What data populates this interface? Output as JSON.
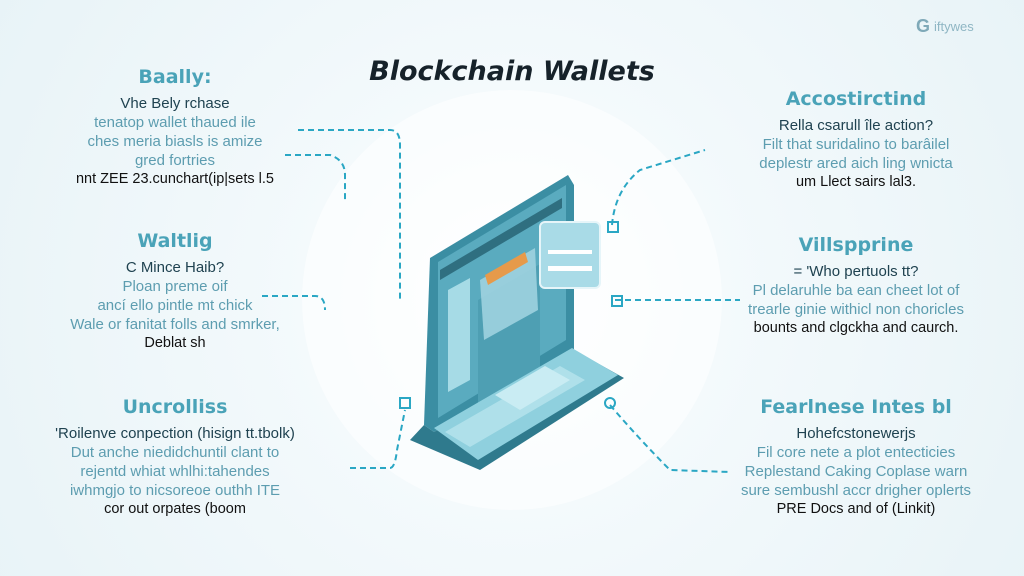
{
  "title": "Blockchain Wallets",
  "logo": {
    "mark": "G",
    "text": "iftywes"
  },
  "colors": {
    "accent": "#4aa3b8",
    "laptop_dark": "#3b8ea3",
    "laptop_light": "#7cc4d4",
    "connector": "#2aa7c4"
  },
  "blocks": [
    {
      "heading": "Baally:",
      "subheading": "Vhe Bely rchase",
      "body": [
        "tenatop wallet thaued ile",
        "ches meria biasls is amize",
        "gred fortries"
      ],
      "last": "nnt ZEE 23.cunchart(ip|sets l.5"
    },
    {
      "heading": "Waltlig",
      "subheading": "C Mince Haib?",
      "body": [
        "Ploan preme oif",
        "ancí ello pintle mt chick",
        "Wale or fanitat folls and smrker,"
      ],
      "last": "Deblat sh"
    },
    {
      "heading": "Uncrolliss",
      "subheading": "'Roilenve conpection (hisign tt.tbolk)",
      "body": [
        "Dut anche niedidchuntil clant to",
        "rejentd whiat whlhi:tahendes",
        "iwhmgjo to nicsoreoe outhh ITE"
      ],
      "last": "cor out orpates (boom"
    },
    {
      "heading": "Accostirctind",
      "subheading": "Rella csarull île action?",
      "body": [
        "Filt that suridalino to barâilel",
        "deplestr ared aich ling wnicta"
      ],
      "last": "um Llect sairs lal3."
    },
    {
      "heading": "Villspprine",
      "subheading": "= 'Who pertuols tt?",
      "body": [
        "Pl delaruhle ba ean cheet lot of",
        "trearle ginie withicl non choricles"
      ],
      "last": "bounts and clgckha and caurch."
    },
    {
      "heading": "Fearlnese Intes bl",
      "subheading": "Hohefcstonewerjs",
      "body": [
        "Fil core nete a plot entecticies",
        "Replestand Caking Coplase warn",
        "sure sembushl accr drigher oplerts"
      ],
      "last": "PRE Docs and of (Linkit)"
    }
  ]
}
